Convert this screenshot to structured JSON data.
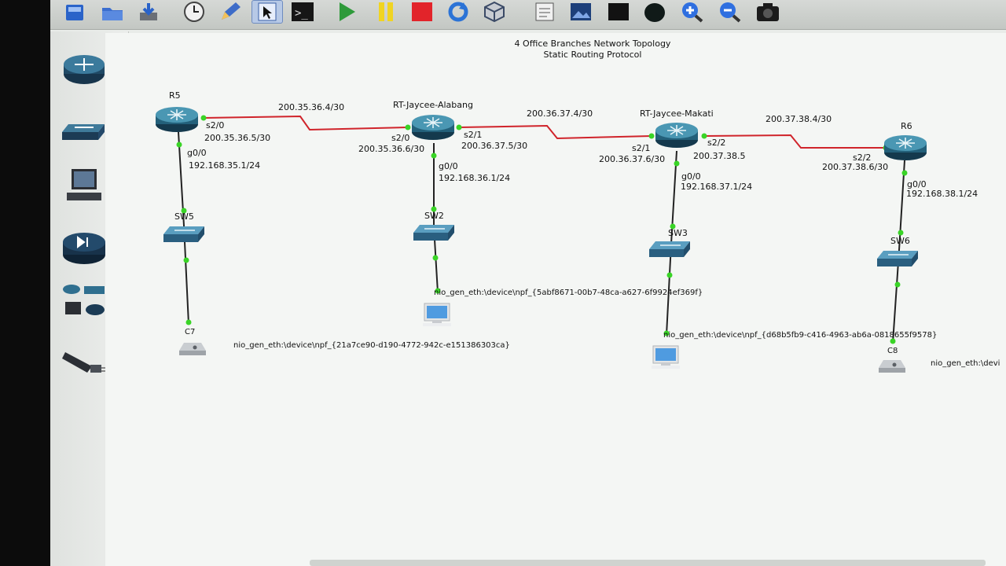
{
  "topology": {
    "title_line1": "4 Office Branches Network Topology",
    "title_line2": "Static Routing Protocol"
  },
  "routers": {
    "r5": "R5",
    "alabang": "RT-Jaycee-Alabang",
    "makati": "RT-Jaycee-Makati",
    "r6": "R6"
  },
  "switches": {
    "sw5": "SW5",
    "sw2": "SW2",
    "sw3": "SW3",
    "sw6": "SW6"
  },
  "networks": {
    "wan1": "200.35.36.4/30",
    "wan2": "200.36.37.4/30",
    "wan3": "200.37.38.4/30"
  },
  "interfaces": {
    "r5_s20": "s2/0",
    "r5_s20_ip": "200.35.36.5/30",
    "r5_g00": "g0/0",
    "r5_g00_ip": "192.168.35.1/24",
    "al_s20": "s2/0",
    "al_s20_ip": "200.35.36.6/30",
    "al_s21": "s2/1",
    "al_s21_ip": "200.36.37.5/30",
    "al_g00": "g0/0",
    "al_g00_ip": "192.168.36.1/24",
    "mk_s21": "s2/1",
    "mk_s21_ip": "200.36.37.6/30",
    "mk_s22": "s2/2",
    "mk_s22_ip": "200.37.38.5",
    "mk_g00": "g0/0",
    "mk_g00_ip": "192.168.37.1/24",
    "r6_s22": "s2/2",
    "r6_s22_ip": "200.37.38.6/30",
    "r6_g00": "g0/0",
    "r6_g00_ip": "192.168.38.1/24"
  },
  "clouds": {
    "c7": "C7",
    "c8": "C8",
    "nio1": "nio_gen_eth:\\device\\npf_{21a7ce90-d190-4772-942c-e151386303ca}",
    "nio2": "nio_gen_eth:\\device\\npf_{5abf8671-00b7-48ca-a627-6f9924ef369f}",
    "nio3": "nio_gen_eth:\\device\\npf_{d68b5fb9-c416-4963-ab6a-0818655f9578}",
    "nio4": "nio_gen_eth:\\devi"
  },
  "colors": {
    "serial_link": "#d0242b",
    "ethernet_link": "#222222",
    "port_up": "#39d426",
    "router_body": "#2f7f98"
  },
  "icons": {
    "toolbar": [
      "new-project-icon",
      "open-folder-icon",
      "save-icon",
      "snapshot-clock-icon",
      "pencil-icon",
      "mouse-select-icon",
      "console-icon",
      "start-play-icon",
      "suspend-pause-icon",
      "stop-icon",
      "reload-icon",
      "virtualbox-icon",
      "note-icon",
      "picture-icon",
      "rectangle-icon",
      "ellipse-icon",
      "zoom-in-icon",
      "zoom-out-icon",
      "screenshot-camera-icon"
    ],
    "dock": [
      "router-devices-icon",
      "switch-devices-icon",
      "end-devices-icon",
      "security-devices-icon",
      "all-devices-icon",
      "add-link-icon"
    ]
  }
}
